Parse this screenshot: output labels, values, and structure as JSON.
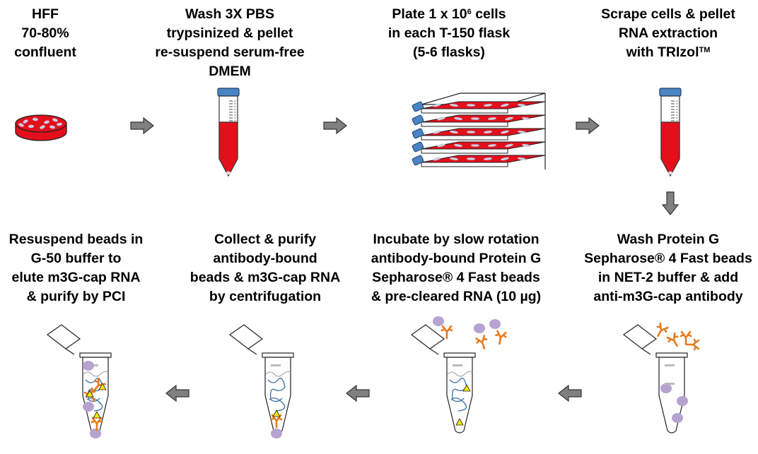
{
  "steps": [
    {
      "lines": [
        "HFF",
        "70-80%",
        "confluent"
      ]
    },
    {
      "lines": [
        "Wash 3X PBS",
        "trypsinized & pellet",
        "re-suspend serum-free",
        "DMEM"
      ]
    },
    {
      "lines": [
        "Plate 1 x 10",
        "in each T-150 flask",
        "(5-6 flasks)"
      ],
      "superscript": "6",
      "after_superscript": " cells"
    },
    {
      "lines": [
        "Scrape cells & pellet",
        "RNA extraction",
        "with TRIzol"
      ],
      "trademark": "TM"
    },
    {
      "lines": [
        "Wash Protein G",
        "Sepharose® 4 Fast beads",
        "in NET-2 buffer & add",
        "anti-m3G-cap antibody"
      ]
    },
    {
      "lines": [
        "Incubate by slow rotation",
        "antibody-bound Protein G",
        "Sepharose® 4 Fast beads",
        "& pre-cleared RNA (10 µg)"
      ]
    },
    {
      "lines": [
        "Collect & purify",
        "antibody-bound",
        "beads & m3G-cap RNA",
        "by centrifugation"
      ]
    },
    {
      "lines": [
        "Resuspend beads in",
        "G-50 buffer to",
        "elute m3G-cap RNA",
        "& purify by PCI"
      ]
    }
  ],
  "colors": {
    "medium": "#e3101c",
    "tube_cap": "#4a85c5",
    "bead": "#b6a3cf",
    "antibody": "#e8791c",
    "m3g_cap": "#f5e700",
    "rna": "#3a6ea5",
    "arrow": "#808080"
  },
  "icons": [
    "petri-dish-icon",
    "conical-tube-icon",
    "flask-stack-icon",
    "microcentrifuge-tube-icon",
    "bead-icon",
    "antibody-icon",
    "m3g-cap-icon",
    "process-arrow-icon"
  ]
}
